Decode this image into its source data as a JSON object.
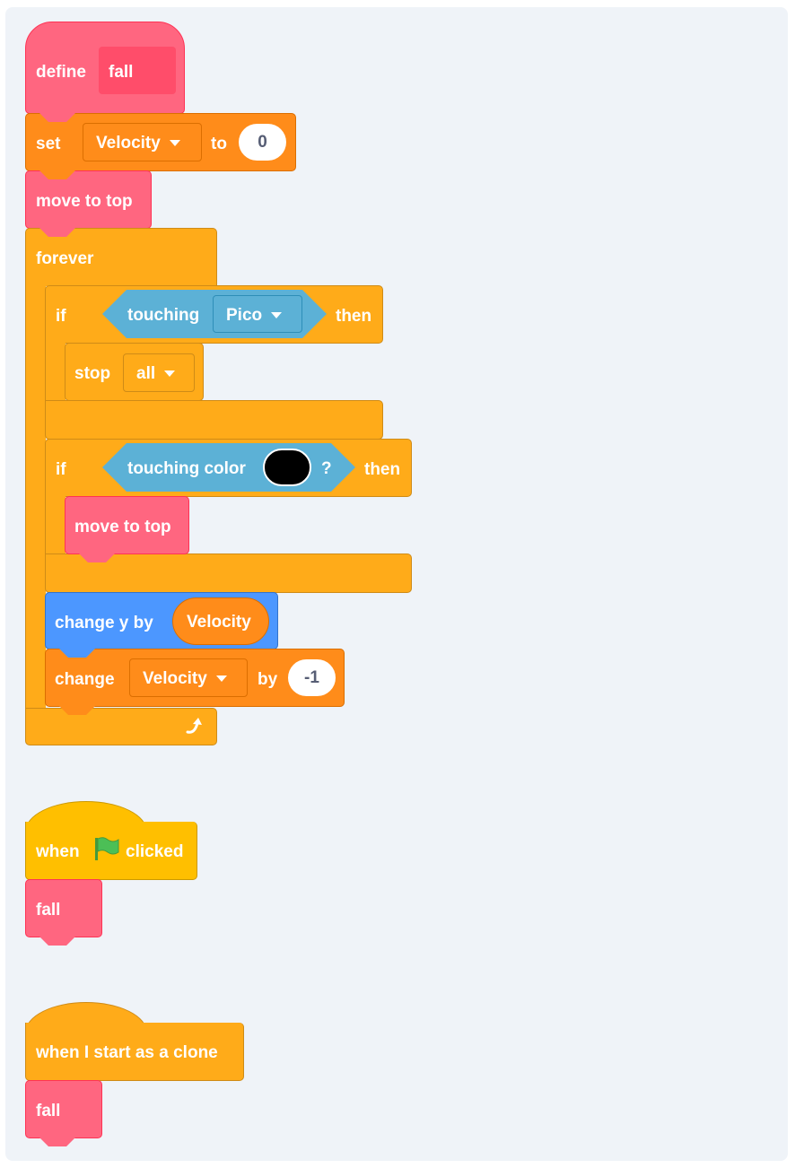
{
  "define_block": {
    "keyword": "define",
    "name": "fall"
  },
  "set_block": {
    "label": "set",
    "variable": "Velocity",
    "to_label": "to",
    "value": "0"
  },
  "move_top_1": {
    "label": "move to top"
  },
  "forever_block": {
    "label": "forever",
    "loop_icon": "loop-arrow-icon"
  },
  "if_touching": {
    "if_label": "if",
    "condition": "touching",
    "target": "Pico",
    "then_label": "then"
  },
  "stop_block": {
    "label": "stop",
    "option": "all"
  },
  "if_color": {
    "if_label": "if",
    "condition": "touching color",
    "color": "#000000",
    "question": "?",
    "then_label": "then"
  },
  "move_top_2": {
    "label": "move to top"
  },
  "change_y": {
    "label": "change y by",
    "reporter": "Velocity"
  },
  "change_var": {
    "label": "change",
    "variable": "Velocity",
    "by_label": "by",
    "value": "-1"
  },
  "flag_hat": {
    "when_label": "when",
    "icon": "green-flag-icon",
    "clicked_label": "clicked"
  },
  "fall_call_1": {
    "label": "fall"
  },
  "clone_hat": {
    "label": "when I start as a clone"
  },
  "fall_call_2": {
    "label": "fall"
  },
  "colors": {
    "my_blocks": "#ff6680",
    "variables": "#ff8c1a",
    "control": "#ffab19",
    "motion": "#4c97ff",
    "sensing": "#5cb1d6",
    "events": "#ffbf00"
  }
}
